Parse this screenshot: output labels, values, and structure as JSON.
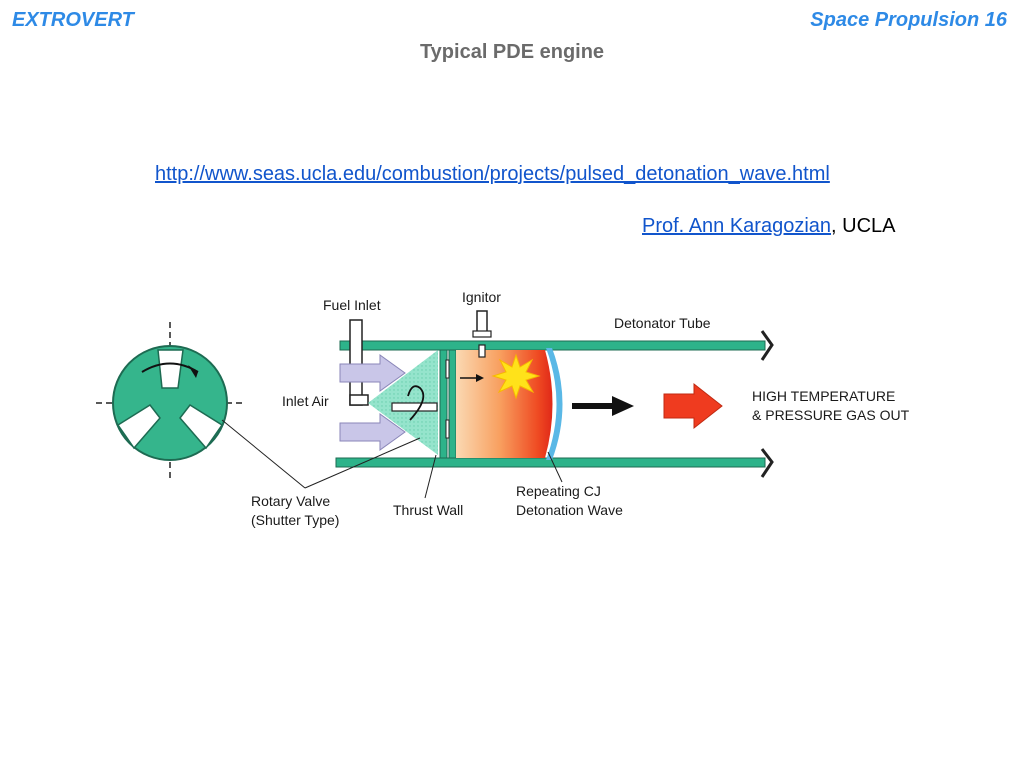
{
  "header": {
    "left": "EXTROVERT",
    "right": "Space Propulsion 16"
  },
  "slide": {
    "title": "Typical PDE engine",
    "url": "http://www.seas.ucla.edu/combustion/projects/pulsed_detonation_wave.html",
    "credit_name": "Prof. Ann Karagozian",
    "credit_suffix": ", UCLA"
  },
  "diagram": {
    "labels": {
      "fuel_inlet": "Fuel Inlet",
      "ignitor": "Ignitor",
      "detonator_tube": "Detonator Tube",
      "inlet_air": "Inlet Air",
      "gas_out_line1": "HIGH TEMPERATURE",
      "gas_out_line2": "& PRESSURE GAS OUT",
      "rotary_valve_line1": "Rotary Valve",
      "rotary_valve_line2": "(Shutter Type)",
      "thrust_wall": "Thrust Wall",
      "cj_wave_line1": "Repeating CJ",
      "cj_wave_line2": "Detonation Wave"
    },
    "colors": {
      "tube_green": "#2db38a",
      "valve_green": "#35b58c",
      "flame_red": "#ef3b1f",
      "flame_yellow": "#ffe21a",
      "wave_blue": "#5ab8e6",
      "air_arrow": "#c9c6e8",
      "spray": "#8fe3c9"
    }
  }
}
